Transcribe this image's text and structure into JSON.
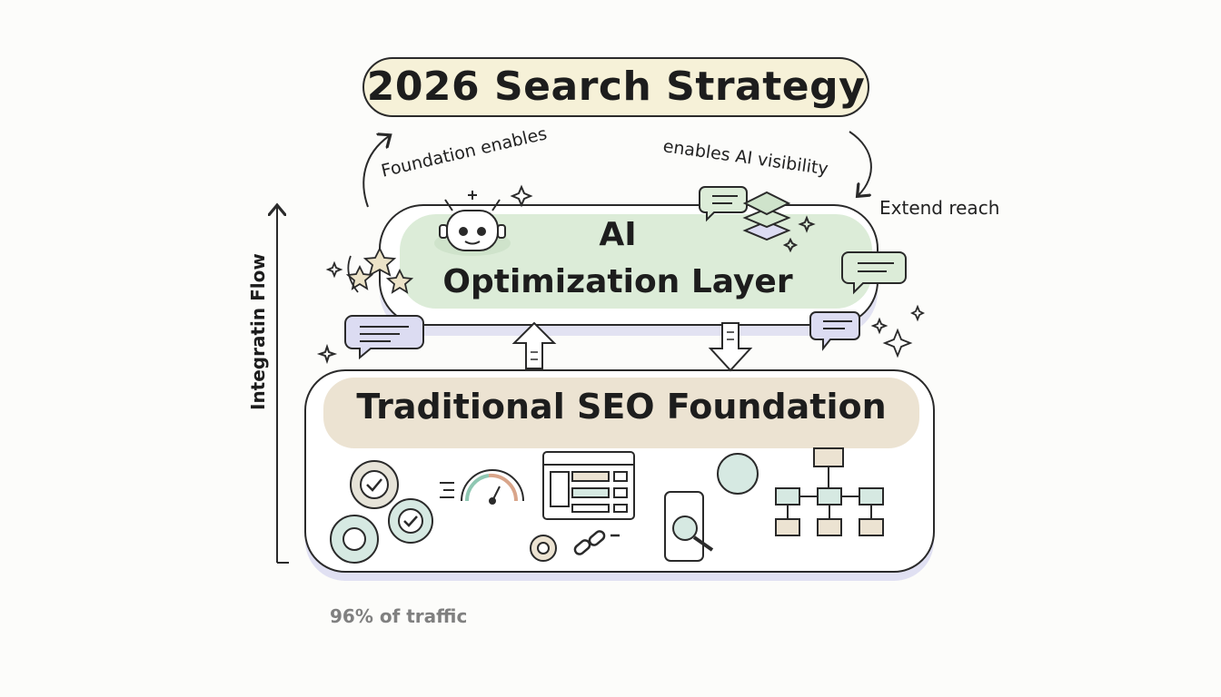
{
  "title": "2026 Search Strategy",
  "layers": {
    "ai": {
      "line1": "AI",
      "line2": "Optimization Layer"
    },
    "seo": {
      "title": "Traditional SEO Foundation"
    }
  },
  "labels": {
    "foundation_enables": "Foundation enables",
    "enables_ai_visibility": "enables AI visibility",
    "extend_reach": "Extend reach",
    "integration_flow": "Integratin Flow",
    "traffic": "96% of traffic"
  },
  "colors": {
    "title_fill": "#f6f1d8",
    "ai_fill": "#dcecd8",
    "seo_fill": "#ece3d2",
    "lavender": "#dcdcf2",
    "gear_teal": "#d6e9e2",
    "ink": "#2a2a2a"
  }
}
